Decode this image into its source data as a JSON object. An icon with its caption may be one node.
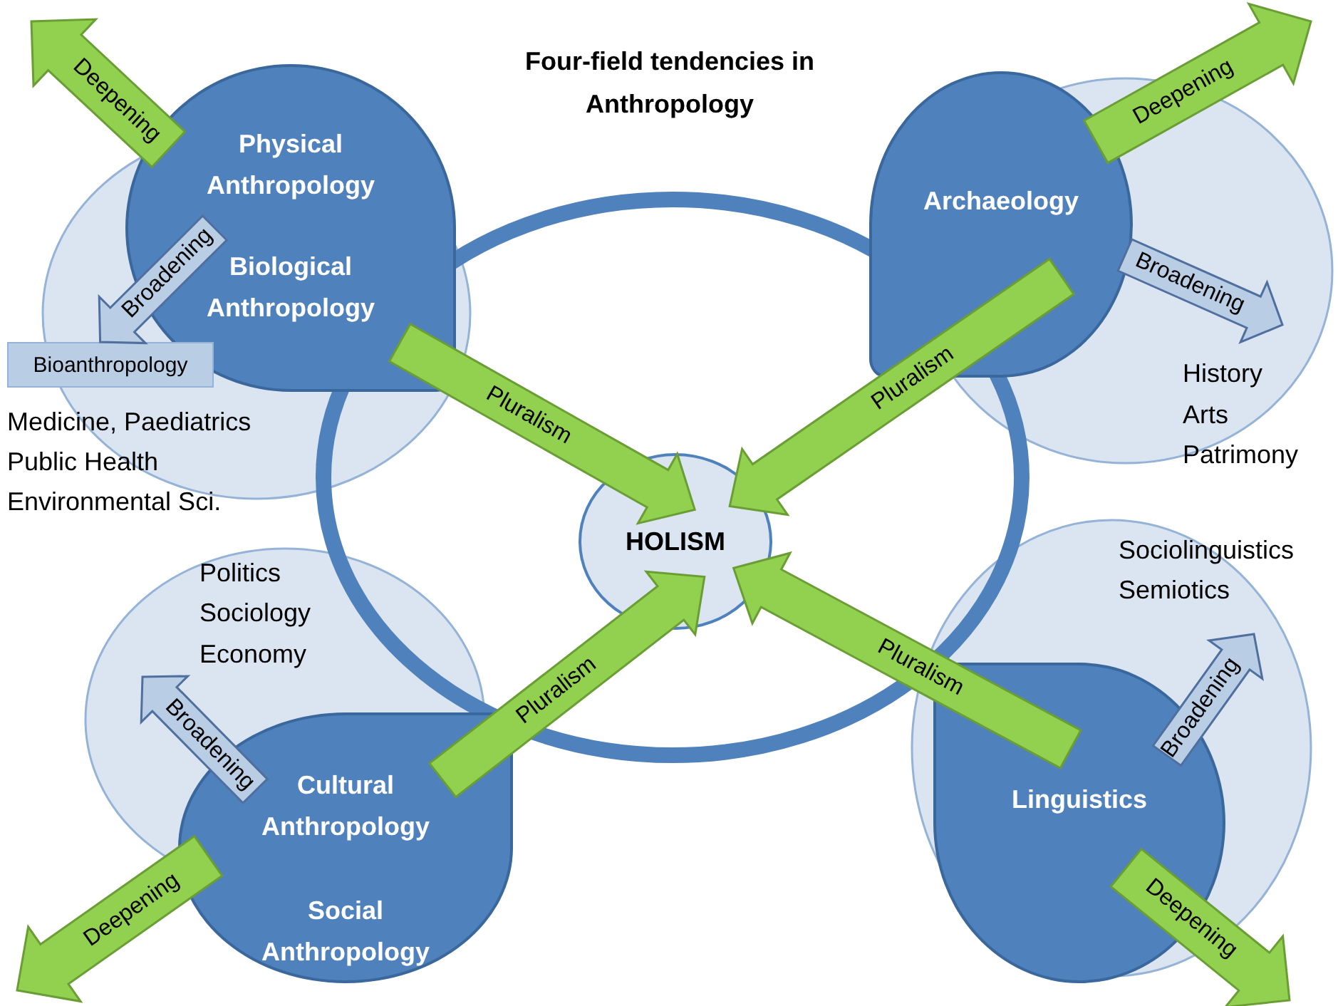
{
  "diagram": {
    "title": "Four-field tendencies in Anthropology",
    "nodes": [
      {
        "text": [
          "Physical Anthropology",
          "Biological Anthropology"
        ]
      },
      {
        "text": [
          "Archaeology"
        ]
      },
      {
        "text": [
          "Cultural Anthropology",
          "Social Anthropology"
        ]
      },
      {
        "text": [
          "Linguistics"
        ]
      },
      {
        "text": [
          "HOLISM"
        ]
      },
      {
        "text": [
          "Bioanthropology"
        ]
      }
    ],
    "edges": [
      {
        "from": 0,
        "to": 4,
        "arrow": "to",
        "label": "Pluralism"
      },
      {
        "from": 1,
        "to": 4,
        "arrow": "to",
        "label": "Pluralism"
      },
      {
        "from": 2,
        "to": 4,
        "arrow": "to",
        "label": "Pluralism"
      },
      {
        "from": 3,
        "to": 4,
        "arrow": "to",
        "label": "Pluralism"
      },
      {
        "from": 0,
        "to": null,
        "arrow": "to",
        "label": "Deepening"
      },
      {
        "from": 0,
        "to": 5,
        "arrow": "to",
        "label": "Broadening",
        "color": "#b9cde5"
      },
      {
        "from": 1,
        "to": null,
        "arrow": "to",
        "label": "Deepening"
      },
      {
        "from": 1,
        "to": null,
        "arrow": "to",
        "label": "Broadening",
        "color": "#b9cde5"
      },
      {
        "from": 2,
        "to": null,
        "arrow": "to",
        "label": "Deepening"
      },
      {
        "from": 2,
        "to": null,
        "arrow": "to",
        "label": "Broadening",
        "color": "#b9cde5"
      },
      {
        "from": 3,
        "to": null,
        "arrow": "to",
        "label": "Deepening"
      },
      {
        "from": 3,
        "to": null,
        "arrow": "to",
        "label": "Broadening",
        "color": "#b9cde5"
      }
    ],
    "labels": [
      "Medicine, Paediatrics",
      "Public Health",
      "Environmental Sci.",
      "History",
      "Arts",
      "Patrimony",
      "Sociolinguistics",
      "Semiotics",
      "Politics",
      "Sociology",
      "Economy"
    ]
  }
}
